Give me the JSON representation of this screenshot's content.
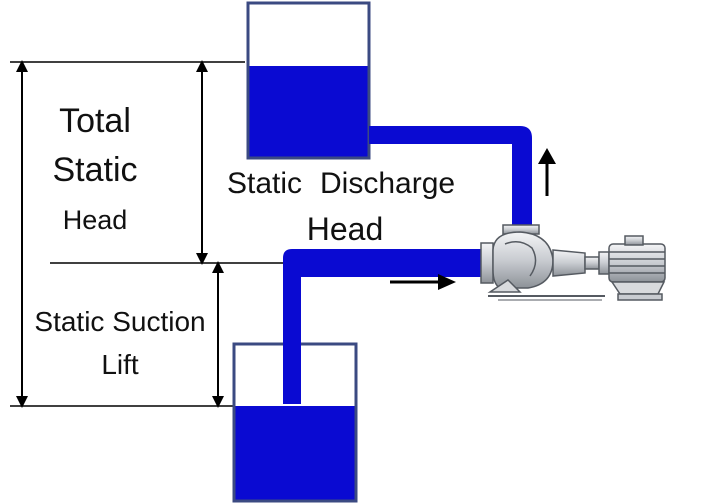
{
  "labels": {
    "total_static_line1": "Total",
    "total_static_line2": "Static",
    "total_static_line3": "Head",
    "discharge_word1": "Static",
    "discharge_word2": "Discharge",
    "discharge_word3": "Head",
    "suction_line1": "Static Suction",
    "suction_line2": "Lift"
  },
  "colors": {
    "water": "#0a0ad2",
    "tank_border": "#3b4a82",
    "line": "#000000",
    "pump": "#6f747b",
    "background": "#ffffff"
  },
  "icons": {
    "flow_up": "arrow-up-icon",
    "flow_right": "arrow-right-icon",
    "pump": "centrifugal-pump-icon",
    "motor": "electric-motor-icon"
  }
}
